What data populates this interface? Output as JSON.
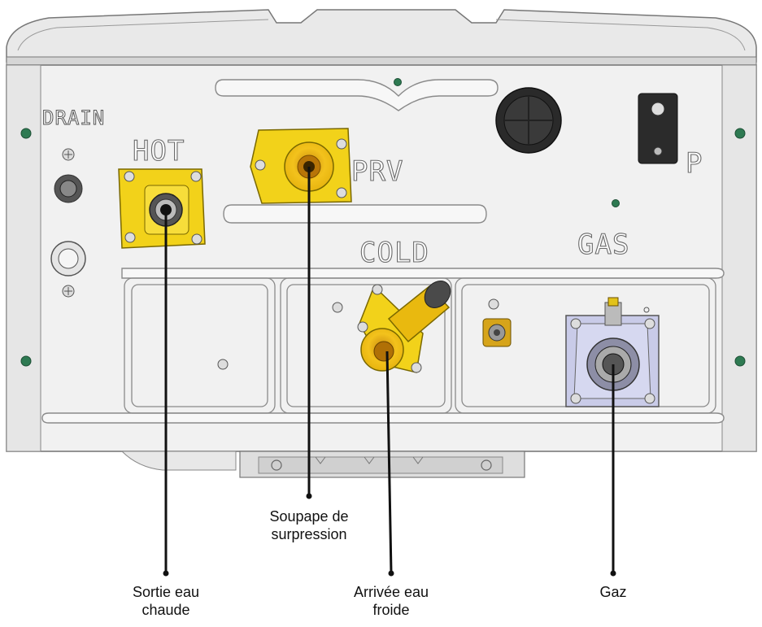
{
  "panel_labels": {
    "drain": "DRAIN",
    "hot": "HOT",
    "prv": "PRV",
    "cold": "COLD",
    "gas": "GAS",
    "p": "P"
  },
  "callouts": {
    "hot_outlet": {
      "line1": "Sortie eau",
      "line2": "chaude"
    },
    "relief_valve": {
      "line1": "Soupape de",
      "line2": "surpression"
    },
    "cold_inlet": {
      "line1": "Arrivée eau",
      "line2": "froide"
    },
    "gas": {
      "line1": "Gaz"
    }
  },
  "colors": {
    "fitting_yellow": "#f2d21a",
    "panel_grey": "#f1f1f1",
    "outline": "#7a7a7a",
    "gas_plate": "#c9cbe8",
    "screw_green": "#2e7a52",
    "leader": "#111111"
  }
}
